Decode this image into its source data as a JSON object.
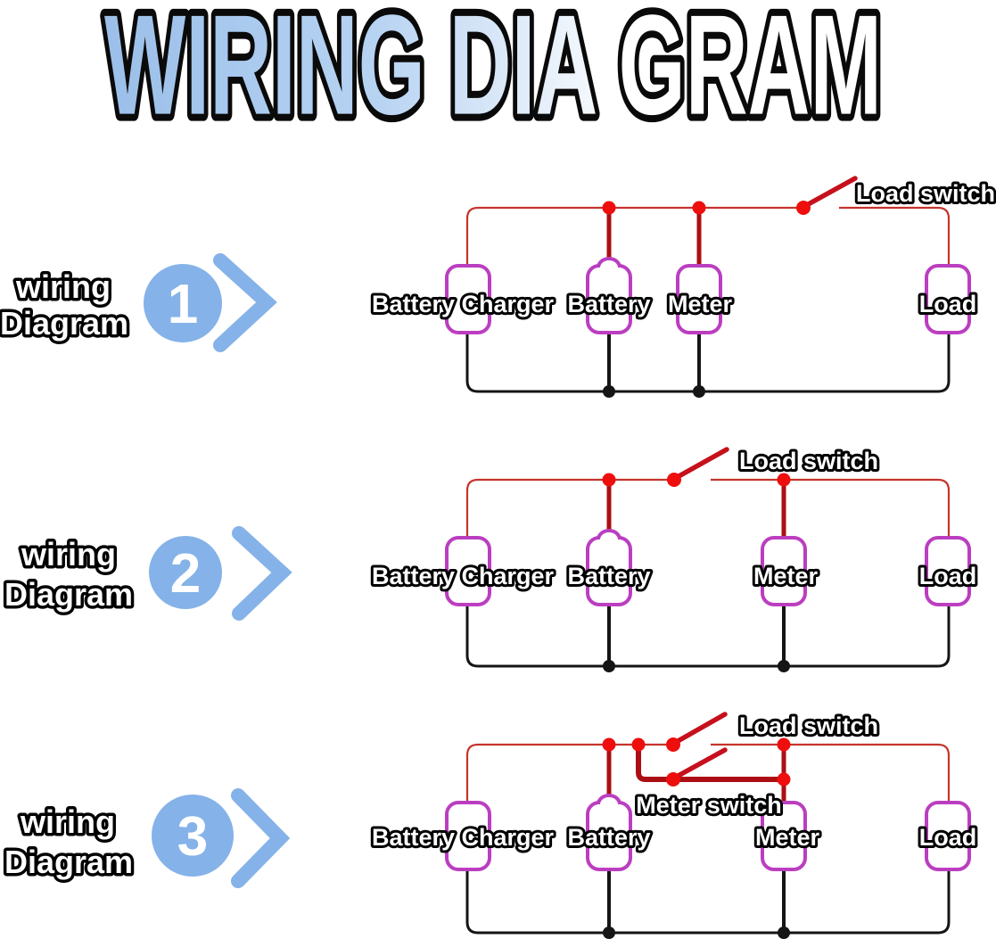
{
  "title": {
    "text": "WIRING DIA GRAM"
  },
  "rows": [
    {
      "badge": "1",
      "label_top": "wiring",
      "label_bottom": "Diagram"
    },
    {
      "badge": "2",
      "label_top": "wiring",
      "label_bottom": "Diagram"
    },
    {
      "badge": "3",
      "label_top": "wiring",
      "label_bottom": "Diagram"
    }
  ],
  "diagrams": [
    {
      "components": {
        "charger": "Battery Charger",
        "battery": "Battery",
        "meter": "Meter",
        "load": "Load"
      },
      "load_switch": "Load switch"
    },
    {
      "components": {
        "charger": "Battery Charger",
        "battery": "Battery",
        "meter": "Meter",
        "load": "Load"
      },
      "load_switch": "Load switch"
    },
    {
      "components": {
        "charger": "Battery Charger",
        "battery": "Battery",
        "meter": "Meter",
        "load": "Load"
      },
      "load_switch": "Load switch",
      "meter_switch": "Meter switch"
    }
  ],
  "colors": {
    "accent_blue": "#85b2e8",
    "box_magenta": "#bb3ec0",
    "wire_red": "#c5342c",
    "connector_red": "#ab0f14",
    "arm_red": "#c6101c",
    "dot_red": "#ee0e0e",
    "wire_black": "#151515",
    "title_blue": "#9bbfe9",
    "title_blue_light": "#b7d3f2",
    "title_fade": "#dce9f8",
    "title_white": "#ffffff"
  }
}
